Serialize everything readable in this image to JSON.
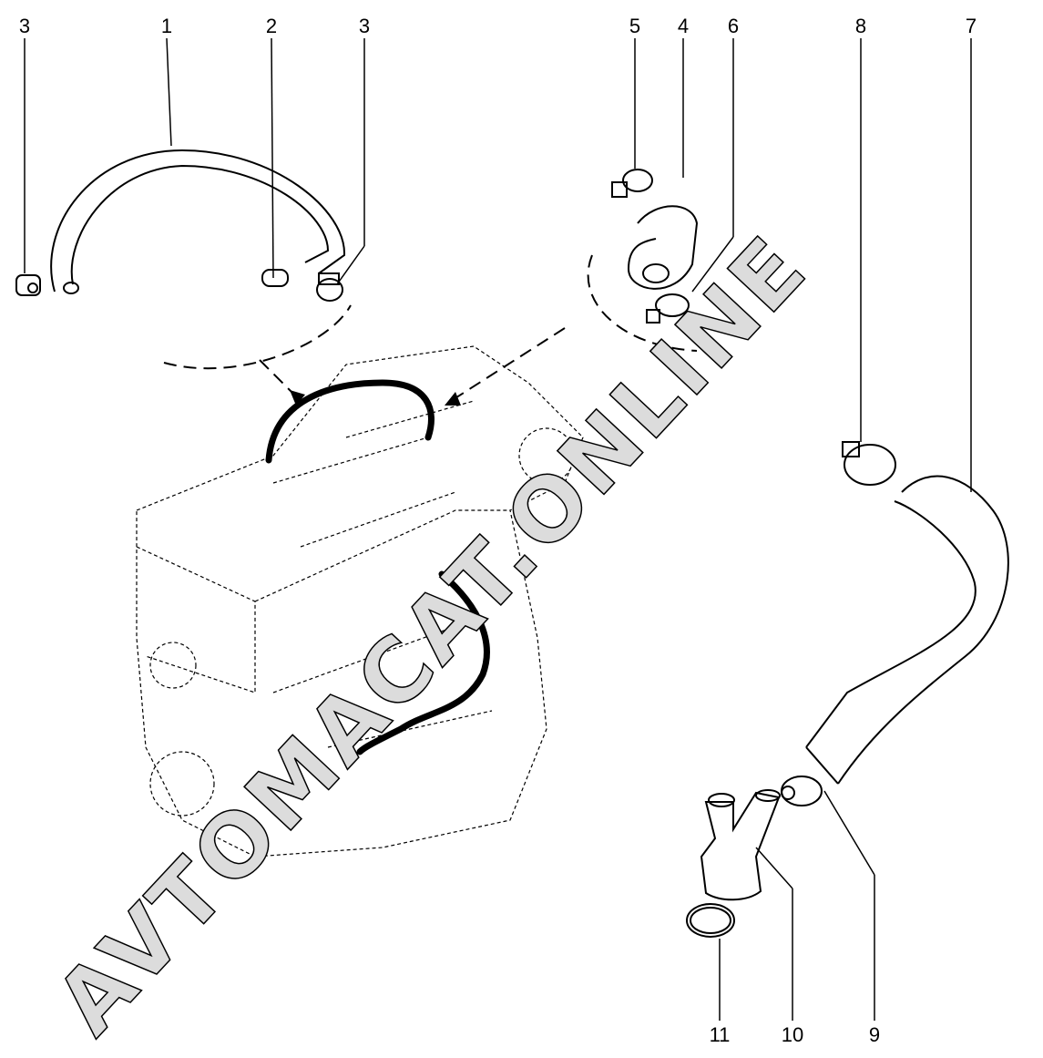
{
  "diagram": {
    "callouts": [
      {
        "id": "c3a",
        "label": "3"
      },
      {
        "id": "c1",
        "label": "1"
      },
      {
        "id": "c2",
        "label": "2"
      },
      {
        "id": "c3b",
        "label": "3"
      },
      {
        "id": "c5",
        "label": "5"
      },
      {
        "id": "c4",
        "label": "4"
      },
      {
        "id": "c6",
        "label": "6"
      },
      {
        "id": "c8",
        "label": "8"
      },
      {
        "id": "c7",
        "label": "7"
      },
      {
        "id": "c11",
        "label": "11"
      },
      {
        "id": "c10",
        "label": "10"
      },
      {
        "id": "c9",
        "label": "9"
      }
    ],
    "watermark": "AVTOMACAT.ONLINE"
  }
}
